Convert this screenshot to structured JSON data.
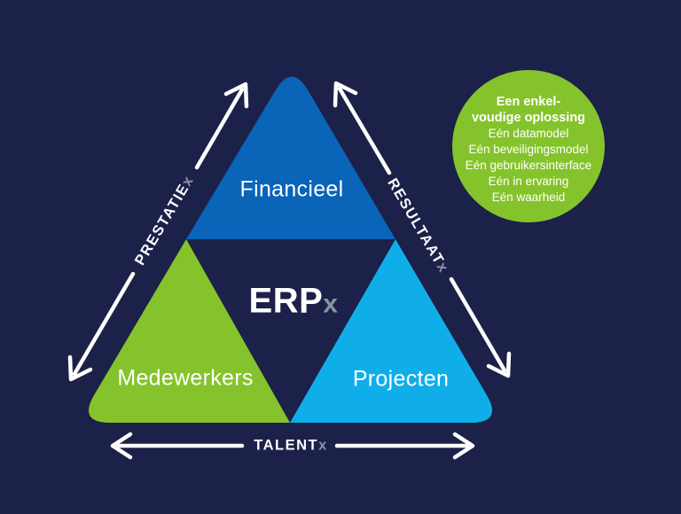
{
  "colors": {
    "background": "#1B2148",
    "triangle_blue": "#0A64B8",
    "triangle_green": "#85C32C",
    "triangle_cyan": "#10AEE9",
    "callout_green": "#85C32C",
    "text_white": "#FFFFFF",
    "suffix_gray": "#8B93A7"
  },
  "triangle": {
    "top": {
      "label": "Financieel"
    },
    "bottom_left": {
      "label": "Medewerkers"
    },
    "bottom_right": {
      "label": "Projecten"
    },
    "center": {
      "brand": "ERP",
      "suffix": "x"
    }
  },
  "edges": {
    "left": {
      "label": "PRESTATIE",
      "suffix": "x"
    },
    "right": {
      "label": "RESULTAAT",
      "suffix": "x"
    },
    "bottom": {
      "label": "TALENT",
      "suffix": "x"
    }
  },
  "callout": {
    "title_line1": "Een enkel-",
    "title_line2": "voudige oplossing",
    "items": [
      "Eén datamodel",
      "Eén beveiligingsmodel",
      "Eén gebruikersinterface",
      "Eén in ervaring",
      "Eén waarheid"
    ]
  }
}
